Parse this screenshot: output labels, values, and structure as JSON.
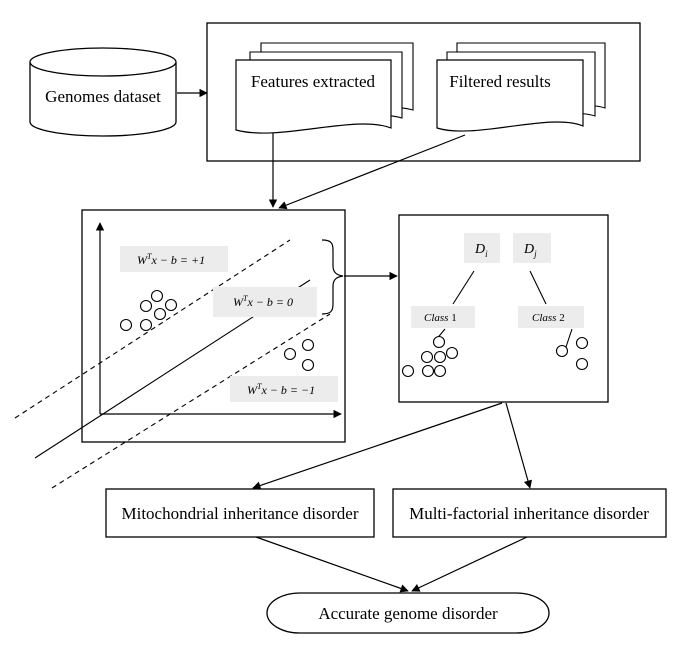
{
  "nodes": {
    "genomes_dataset": "Genomes dataset",
    "features_extracted": "Features extracted",
    "filtered_results": "Filtered results",
    "mito_disorder": "Mitochondrial inheritance disorder",
    "multi_disorder": "Multi-factorial inheritance disorder",
    "accurate": "Accurate genome disorder"
  },
  "svm": {
    "eq_plus": {
      "lead": "W",
      "sup": "T",
      "rest": "x − b = +1"
    },
    "eq_zero": {
      "lead": "W",
      "sup": "T",
      "rest": "x − b = 0"
    },
    "eq_minus": {
      "lead": "W",
      "sup": "T",
      "rest": "x − b = −1"
    }
  },
  "tree": {
    "root_left": {
      "base": "D",
      "sub": "i"
    },
    "root_right": {
      "base": "D",
      "sub": "j"
    },
    "class1": {
      "word": "Class",
      "num": "1"
    },
    "class2": {
      "word": "Class",
      "num": "2"
    }
  }
}
